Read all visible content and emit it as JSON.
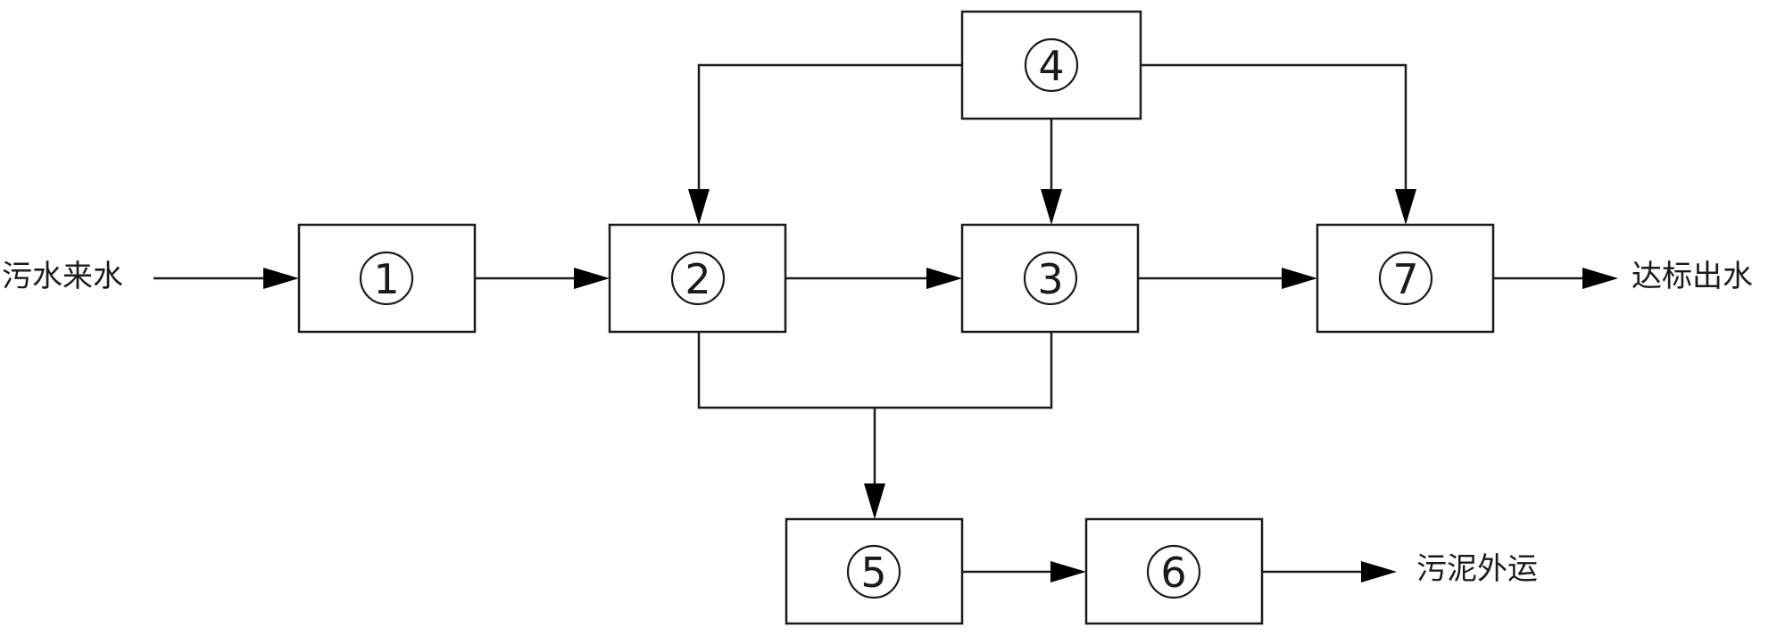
{
  "labels": {
    "input": "污水来水",
    "output": "达标出水",
    "sludge": "污泥外运"
  },
  "nodes": {
    "n1": "1",
    "n2": "2",
    "n3": "3",
    "n4": "4",
    "n5": "5",
    "n6": "6",
    "n7": "7"
  }
}
